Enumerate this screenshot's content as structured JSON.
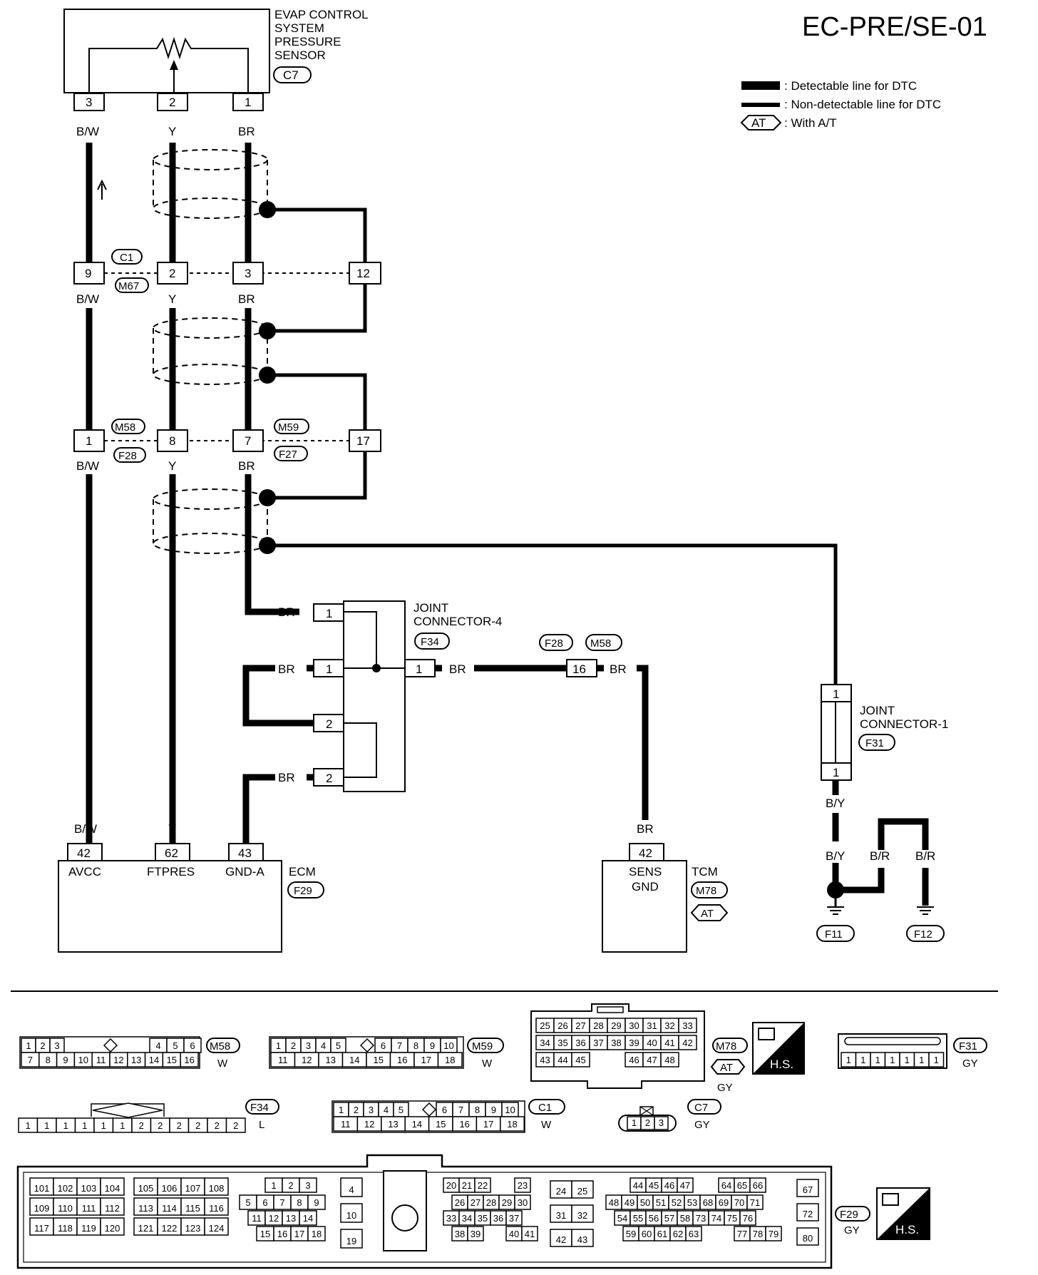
{
  "title": "EC-PRE/SE-01",
  "legend": {
    "detectable": ": Detectable line for DTC",
    "nondetectable": ": Non-detectable line for DTC",
    "at_tag": "AT",
    "at": ": With A/T"
  },
  "sensor": {
    "name_lines": [
      "EVAP CONTROL",
      "SYSTEM",
      "PRESSURE",
      "SENSOR"
    ],
    "connector": "C7",
    "pins": [
      "3",
      "2",
      "1"
    ]
  },
  "wire_colors": {
    "bw": "B/W",
    "y": "Y",
    "br": "BR",
    "by": "B/Y",
    "br_ground": "B/R"
  },
  "row1": {
    "pins": [
      "9",
      "2",
      "3",
      "12"
    ],
    "conn_top": "C1",
    "conn_bottom": "M67"
  },
  "row2": {
    "pins": [
      "1",
      "8",
      "7",
      "17"
    ],
    "conn_left_top": "M58",
    "conn_left_bottom": "F28",
    "conn_right_top": "M59",
    "conn_right_bottom": "F27"
  },
  "joint4": {
    "label_lines": [
      "JOINT",
      "CONNECTOR-4"
    ],
    "connector": "F34",
    "pins": [
      "1",
      "1",
      "2",
      "2",
      "1"
    ]
  },
  "inline16": {
    "pin": "16",
    "conn_a": "F28",
    "conn_b": "M58"
  },
  "joint1": {
    "label_lines": [
      "JOINT",
      "CONNECTOR-1"
    ],
    "connector": "F31",
    "pins": [
      "1",
      "1"
    ]
  },
  "ecm": {
    "name": "ECM",
    "connector": "F29",
    "pins": [
      "42",
      "62",
      "43"
    ],
    "terminals": [
      "AVCC",
      "FTPRES",
      "GND-A"
    ]
  },
  "tcm": {
    "name": "TCM",
    "connector": "M78",
    "at_tag": "AT",
    "pin": "42",
    "terminal_lines": [
      "SENS",
      "GND"
    ]
  },
  "grounds": [
    "F11",
    "F12"
  ],
  "connector_views": {
    "m58": {
      "id": "M58",
      "color": "W",
      "row1": [
        "1",
        "2",
        "3",
        "",
        "",
        "",
        "4",
        "5",
        "6"
      ],
      "row2": [
        "7",
        "8",
        "9",
        "10",
        "11",
        "12",
        "13",
        "14",
        "15",
        "16"
      ]
    },
    "m59": {
      "id": "M59",
      "color": "W",
      "row1": [
        "1",
        "2",
        "3",
        "4",
        "5",
        "",
        "6",
        "7",
        "8",
        "9",
        "10"
      ],
      "row2": [
        "11",
        "12",
        "13",
        "14",
        "15",
        "16",
        "17",
        "18"
      ]
    },
    "m78": {
      "id": "M78",
      "color": "GY",
      "at_tag": "AT",
      "hs": "H.S.",
      "row1": [
        "25",
        "26",
        "27",
        "28",
        "29",
        "30",
        "31",
        "32",
        "33"
      ],
      "row2": [
        "34",
        "35",
        "36",
        "37",
        "38",
        "39",
        "40",
        "41",
        "42"
      ],
      "row3": [
        "43",
        "44",
        "45",
        "",
        "",
        "46",
        "47",
        "48"
      ]
    },
    "f31": {
      "id": "F31",
      "color": "GY",
      "cells": [
        "1",
        "1",
        "1",
        "1",
        "1",
        "1",
        "1"
      ]
    },
    "f34": {
      "id": "F34",
      "color": "L",
      "cells": [
        "1",
        "1",
        "1",
        "1",
        "1",
        "1",
        "2",
        "2",
        "2",
        "2",
        "2",
        "2"
      ]
    },
    "c1": {
      "id": "C1",
      "color": "W",
      "row1": [
        "1",
        "2",
        "3",
        "4",
        "5",
        "6",
        "7",
        "8",
        "9",
        "10"
      ],
      "row2": [
        "11",
        "12",
        "13",
        "14",
        "15",
        "16",
        "17",
        "18"
      ]
    },
    "c7": {
      "id": "C7",
      "color": "GY",
      "cells": [
        "1",
        "2",
        "3"
      ]
    },
    "f29": {
      "id": "F29",
      "color": "GY",
      "hs": "H.S.",
      "blockA": [
        [
          "101",
          "102",
          "103",
          "104"
        ],
        [
          "109",
          "110",
          "111",
          "112"
        ],
        [
          "117",
          "118",
          "119",
          "120"
        ]
      ],
      "blockB": [
        [
          "105",
          "106",
          "107",
          "108"
        ],
        [
          "113",
          "114",
          "115",
          "116"
        ],
        [
          "121",
          "122",
          "123",
          "124"
        ]
      ],
      "blockC": [
        [
          "1",
          "2",
          "3"
        ],
        [
          "5",
          "6",
          "7",
          "8",
          "9"
        ],
        [
          "11",
          "12",
          "13",
          "14"
        ],
        [
          "15",
          "16",
          "17",
          "18"
        ]
      ],
      "blockD": [
        "4",
        "10",
        "19"
      ],
      "blockE": [
        [
          "20",
          "21",
          "22",
          "23"
        ],
        [
          "26",
          "27",
          "28",
          "29",
          "30"
        ],
        [
          "33",
          "34",
          "35",
          "36",
          "37"
        ],
        [
          "38",
          "39",
          "40",
          "41"
        ]
      ],
      "blockF": [
        [
          "24",
          "25"
        ],
        [
          "31",
          "32"
        ],
        [
          "42",
          "43"
        ]
      ],
      "blockG": [
        [
          "44",
          "45",
          "46",
          "47",
          "64",
          "65",
          "66"
        ],
        [
          "48",
          "49",
          "50",
          "51",
          "52",
          "53",
          "68",
          "69",
          "70",
          "71"
        ],
        [
          "54",
          "55",
          "56",
          "57",
          "58",
          "73",
          "74",
          "75",
          "76"
        ],
        [
          "59",
          "60",
          "61",
          "62",
          "63",
          "77",
          "78",
          "79"
        ]
      ],
      "blockH": [
        "67",
        "72",
        "80"
      ]
    }
  }
}
